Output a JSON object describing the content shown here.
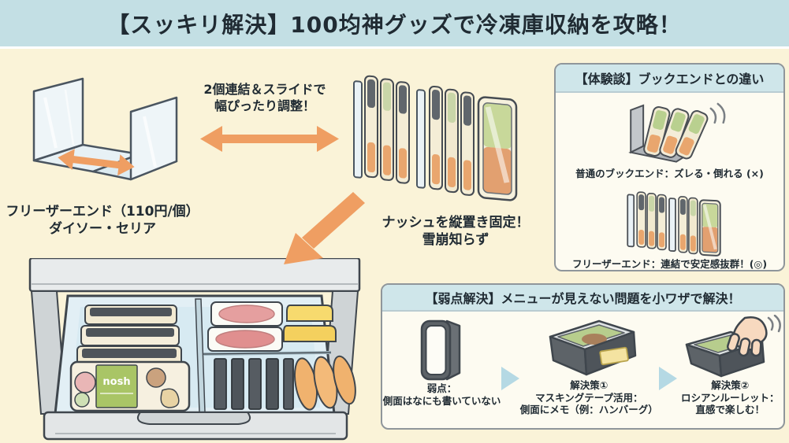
{
  "banner": {
    "title": "【スッキリ解決】100均神グッズで冷凍庫収納を攻略！"
  },
  "left_item": {
    "caption_line1": "フリーザーエンド（110円/個）",
    "caption_line2": "ダイソー・セリア"
  },
  "connector": {
    "label_line1": "2個連結＆スライドで",
    "label_line2": "幅ぴったり調整！"
  },
  "center_item": {
    "caption_line1": "ナッシュを縦置き固定！",
    "caption_line2": "雪崩知らず"
  },
  "drawer": {
    "nosh_label": "nosh"
  },
  "experience_panel": {
    "title": "【体験談】ブックエンドとの違い",
    "bad_caption": "普通のブックエンド：ズレる・倒れる (×)",
    "good_caption": "フリーザーエンド：連結で安定感抜群！(◎)"
  },
  "weakness_panel": {
    "title": "【弱点解決】メニューが見えない問題を小ワザで解決！",
    "problem": {
      "line1": "弱点：",
      "line2": "側面はなにも書いていない"
    },
    "solution1": {
      "line1": "解決策①",
      "line2": "マスキングテープ活用：",
      "line3": "側面にメモ（例：ハンバーグ）"
    },
    "solution2": {
      "line1": "解決策②",
      "line2": "ロシアンルーレット：",
      "line3": "直感で楽しむ！"
    }
  },
  "colors": {
    "page_bg": "#faf3d8",
    "banner_bg": "#c3dfe4",
    "panel_bg": "#fdfbf1",
    "panel_header_bg": "#cfe6ea",
    "text_dark": "#202b33",
    "arrow_orange": "#ef9e62",
    "triangle_blue": "#b5d9e4",
    "drawer_interior": "#e2eff5",
    "nosh_green": "#a9c566",
    "tray_dark": "#565c62",
    "tray_cream": "#f2ead2",
    "food_green": "#b9d08f",
    "food_orange": "#e9a66e"
  }
}
